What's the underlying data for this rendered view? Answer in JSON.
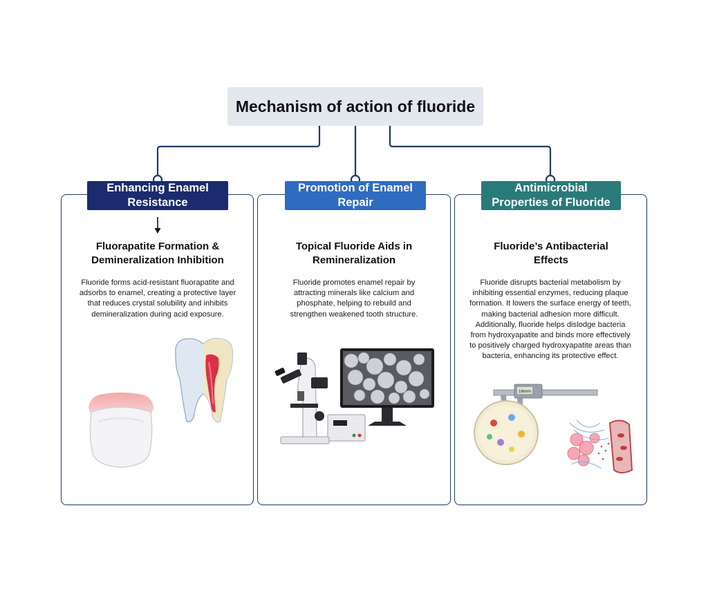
{
  "title": "Mechanism of action of fluoride",
  "panels": [
    {
      "header": "Enhancing Enamel Resistance",
      "subtitle": "Fluorapatite Formation & Demineralization Inhibition",
      "description": "Fluoride forms acid-resistant fluorapatite and adsorbs to enamel, creating a protective layer that reduces crystal solubility and inhibits demineralization during acid exposure.",
      "color": "#1b2b6e"
    },
    {
      "header": "Promotion of Enamel Repair",
      "subtitle": "Topical Fluoride Aids in Remineralization",
      "description": "Fluoride promotes enamel repair by attracting minerals like calcium and phosphate, helping to rebuild and strengthen weakened tooth structure.",
      "color": "#2f6cc1"
    },
    {
      "header": "Antimicrobial Properties of Fluoride",
      "subtitle": "Fluoride’s Antibacterial Effects",
      "description": "Fluoride disrupts bacterial metabolism by inhibiting essential enzymes, reducing plaque formation. It lowers the surface energy of teeth, making bacterial adhesion more difficult. Additionally, fluoride helps dislodge bacteria from hydroxyapatite and binds more effectively to positively charged hydroxyapatite areas than bacteria, enhancing its protective effect.",
      "color": "#2b7a7a"
    }
  ],
  "connector_color": "#1f3a64",
  "caliper_label": "16mm"
}
